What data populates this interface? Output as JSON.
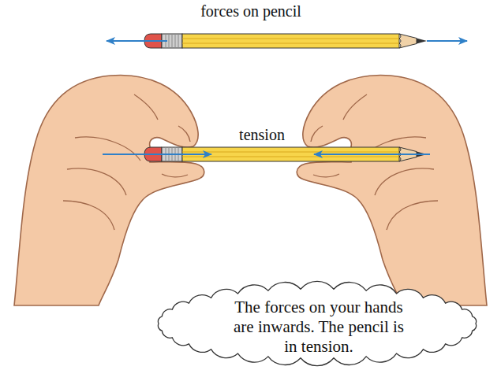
{
  "diagram": {
    "nodes": [
      {
        "text": [
          "The forces on your hands are inwards. The pencil is in tension."
        ]
      }
    ],
    "labels": [
      "forces on pencil",
      "tension"
    ]
  }
}
